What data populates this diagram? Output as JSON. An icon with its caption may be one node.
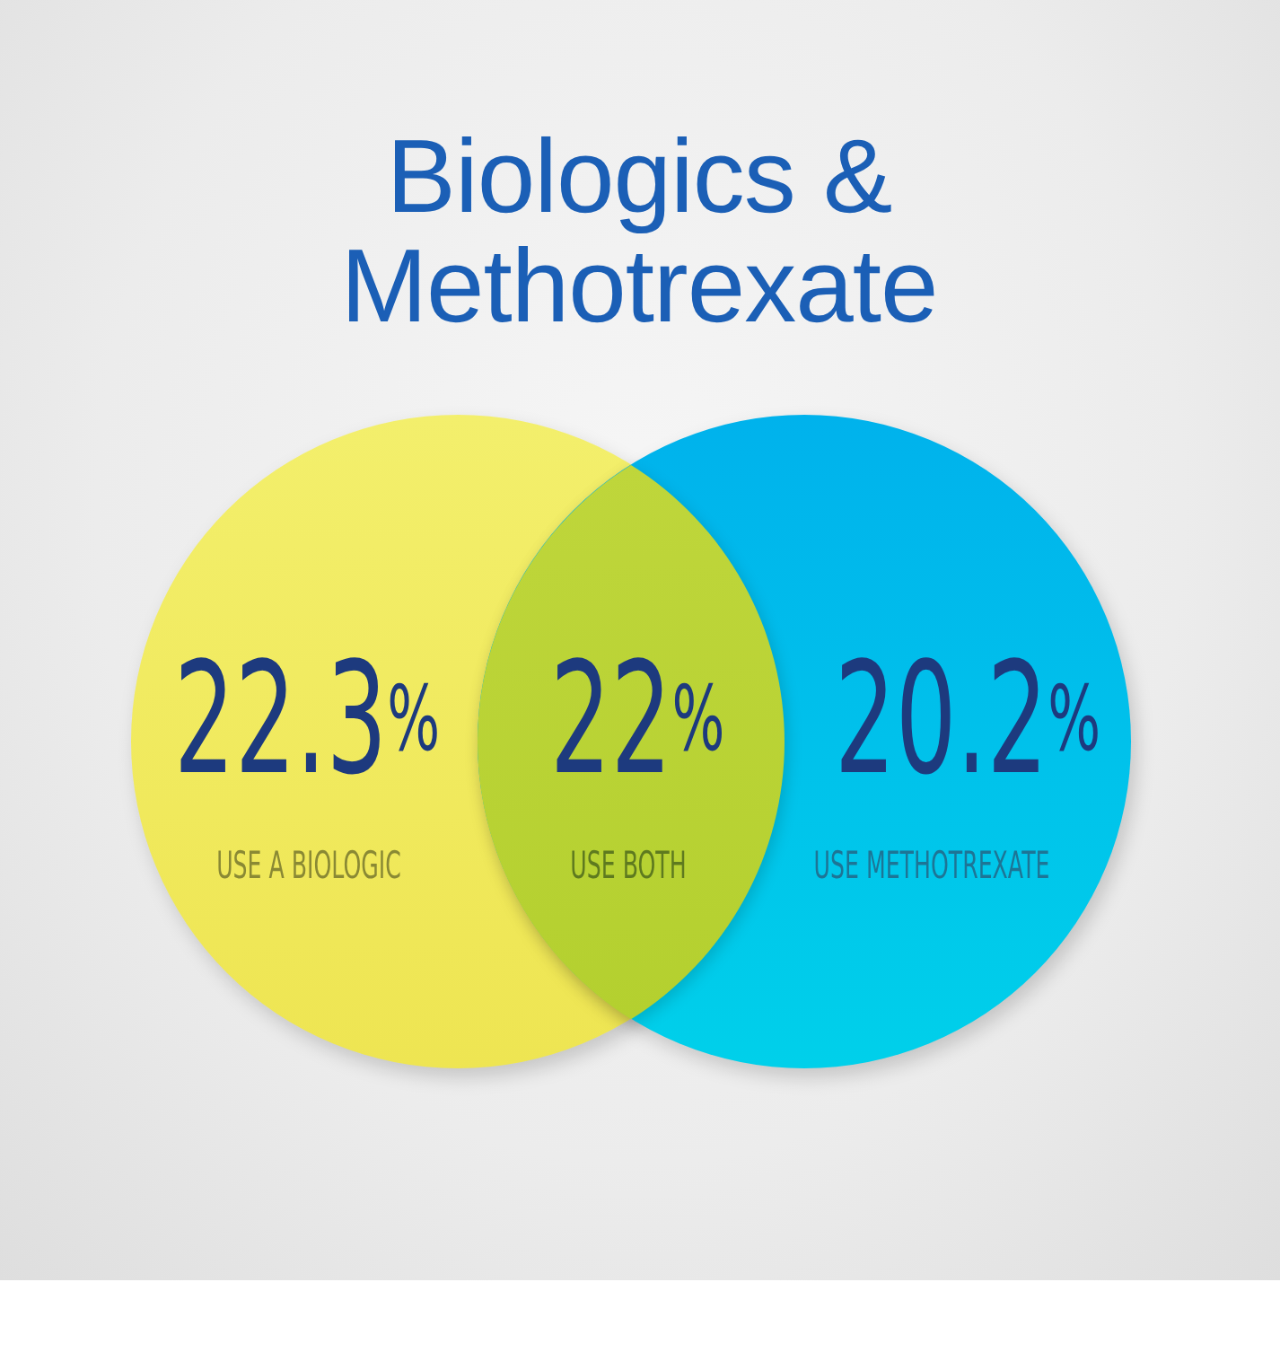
{
  "diagram": {
    "title": "Biologics & Methotrexate",
    "nodes": [
      {
        "text": [
          "22.3$^{%}$",
          "USE A BIOLOGIC"
        ]
      },
      {
        "text": [
          "22$^{%}$",
          "USE BOTH"
        ]
      },
      {
        "text": [
          "20.2$^{%}$",
          "USE METHOTREXATE"
        ]
      }
    ]
  }
}
